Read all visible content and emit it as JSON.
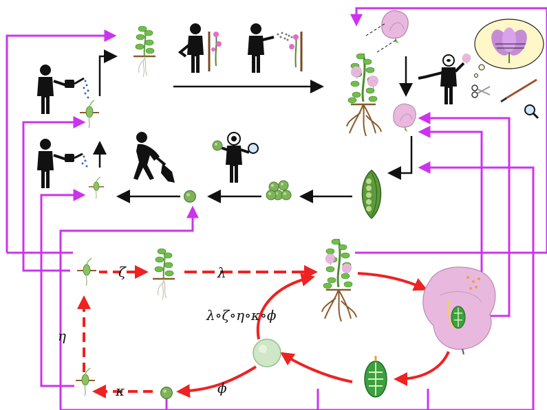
{
  "labels": {
    "zeta": "ζ",
    "lambda": "λ",
    "composite": "λ∘ζ∘η∘κ∘ϕ",
    "eta": "η",
    "kappa": "κ",
    "phi": "ϕ"
  },
  "colors": {
    "feedback_arrow": "#cc33ee",
    "cycle_arrow": "#ee2222",
    "process_arrow": "#111111",
    "flower": "#e9b8df",
    "leaf": "#6fbf4a",
    "pea": "#7fb35a",
    "root": "#a0662a",
    "figure": "#111111",
    "water": "#3a66cc"
  },
  "icons": [
    "person-watering-icon",
    "person-digging-icon",
    "person-magnifier-icon",
    "person-pollinating-icon",
    "person-spraying-icon",
    "person-presenting-icon",
    "scissors-icon",
    "brush-icon",
    "magnifier-icon",
    "thought-bubble-flower-icon",
    "pea-plant-icon",
    "pea-pod-icon",
    "pea-flower-icon",
    "seed-icon",
    "seedling-icon"
  ]
}
